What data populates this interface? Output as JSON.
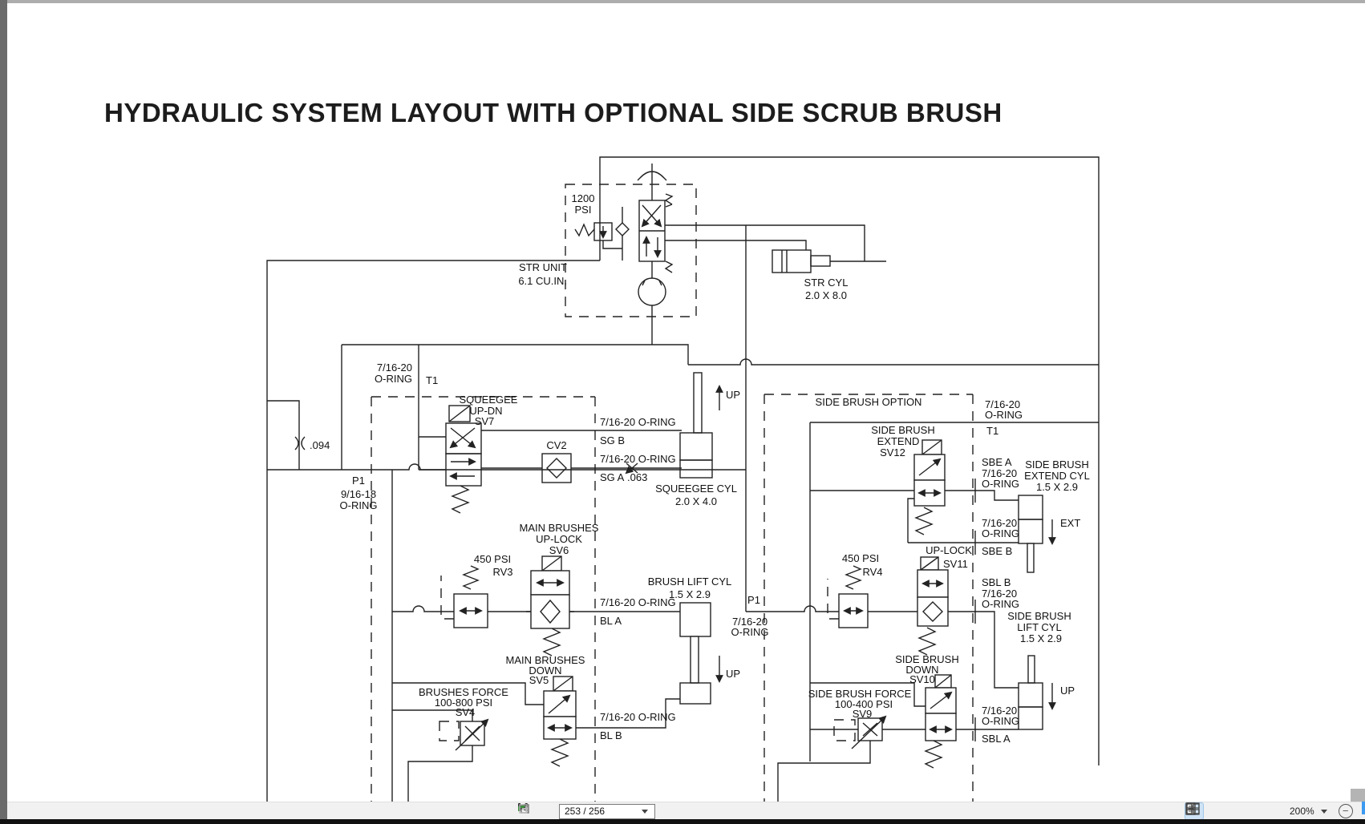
{
  "diagram": {
    "title": "HYDRAULIC SYSTEM LAYOUT WITH OPTIONAL SIDE SCRUB BRUSH",
    "labels": {
      "psi1200": [
        "1200",
        "PSI"
      ],
      "str_unit": [
        "STR UNIT",
        "6.1 CU.IN."
      ],
      "str_cyl": [
        "STR CYL",
        "2.0 X 8.0"
      ],
      "t1_left_oring": [
        "7/16-20",
        "O-RING"
      ],
      "t1_left": "T1",
      "orifice_094": ".094",
      "p1_left": "P1",
      "p1_left_oring": [
        "9/16-18",
        "O-RING"
      ],
      "sv7": [
        "SQUEEGEE",
        "UP-DN",
        "SV7"
      ],
      "cv2": "CV2",
      "sgb_oring": "7/16-20 O-RING",
      "sgb": "SG B",
      "sga_oring": "7/16-20 O-RING",
      "sga": "SG A",
      "orifice_063": ".063",
      "up_squeegee": "UP",
      "squeegee_cyl": [
        "SQUEEGEE CYL",
        "2.0 X 4.0"
      ],
      "rv3": [
        "450 PSI",
        "RV3"
      ],
      "sv6": [
        "MAIN BRUSHES",
        "UP-LOCK",
        "SV6"
      ],
      "bla_oring": "7/16-20 O-RING",
      "bla": "BL A",
      "brush_lift_cyl": [
        "BRUSH  LIFT CYL",
        "1.5 X 2.9"
      ],
      "up_brush": "UP",
      "sv5": [
        "MAIN BRUSHES",
        "DOWN",
        "SV5"
      ],
      "sv4": [
        "BRUSHES FORCE",
        "100-800 PSI",
        "SV4"
      ],
      "blb_oring": "7/16-20 O-RING",
      "blb": "BL B",
      "side_brush_option": "SIDE BRUSH OPTION",
      "t1_right_oring": [
        "7/16-20",
        "O-RING"
      ],
      "t1_right": "T1",
      "sv12": [
        "SIDE BRUSH",
        "EXTEND",
        "SV12"
      ],
      "sbea": "SBE A",
      "sbea_oring": [
        "7/16-20",
        "O-RING"
      ],
      "sbe_cyl": [
        "SIDE BRUSH",
        "EXTEND CYL",
        "1.5 X 2.9"
      ],
      "ext": "EXT",
      "sbeb_oring": [
        "7/16-20",
        "O-RING"
      ],
      "sbeb": "SBE B",
      "sv11": [
        "UP-LOCK",
        "SV11"
      ],
      "rv4": [
        "450 PSI",
        "RV4"
      ],
      "sblb": "SBL B",
      "sblb_oring": [
        "7/16-20",
        "O-RING"
      ],
      "p1_center": "P1",
      "p1_center_oring": [
        "7/16-20",
        "O-RING"
      ],
      "sbl_cyl": [
        "SIDE BRUSH",
        "LIFT CYL",
        "1.5 X 2.9"
      ],
      "up_side": "UP",
      "sv10": [
        "SIDE BRUSH",
        "DOWN",
        "SV10"
      ],
      "sv9": [
        "SIDE BRUSH FORCE",
        "100-400 PSI",
        "SV9"
      ],
      "sbla_oring": [
        "7/16-20",
        "O-RING"
      ],
      "sbla": "SBL A"
    }
  },
  "toolbar": {
    "page_field": "253 / 256",
    "zoom_level": "200%",
    "accent_selected_bg": "#cfe3f6",
    "icon_green": "#3f8f3f",
    "icon_gray": "#b9b9b9"
  }
}
